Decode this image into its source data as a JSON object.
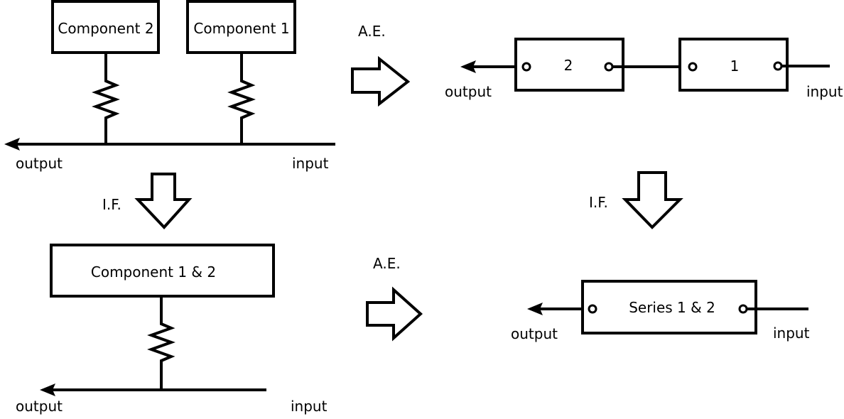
{
  "top_left": {
    "component_2": "Component 2",
    "component_1": "Component 1",
    "output": "output",
    "input": "input"
  },
  "top_right": {
    "block_2": "2",
    "block_1": "1",
    "output": "output",
    "input": "input"
  },
  "bottom_left": {
    "component_1_2": "Component 1 & 2",
    "output": "output",
    "input": "input"
  },
  "bottom_right": {
    "series": "Series 1 & 2",
    "output": "output",
    "input": "input"
  },
  "arrows": {
    "ae_top": "A.E.",
    "ae_bottom": "A.E.",
    "if_left": "I.F.",
    "if_right": "I.F."
  }
}
